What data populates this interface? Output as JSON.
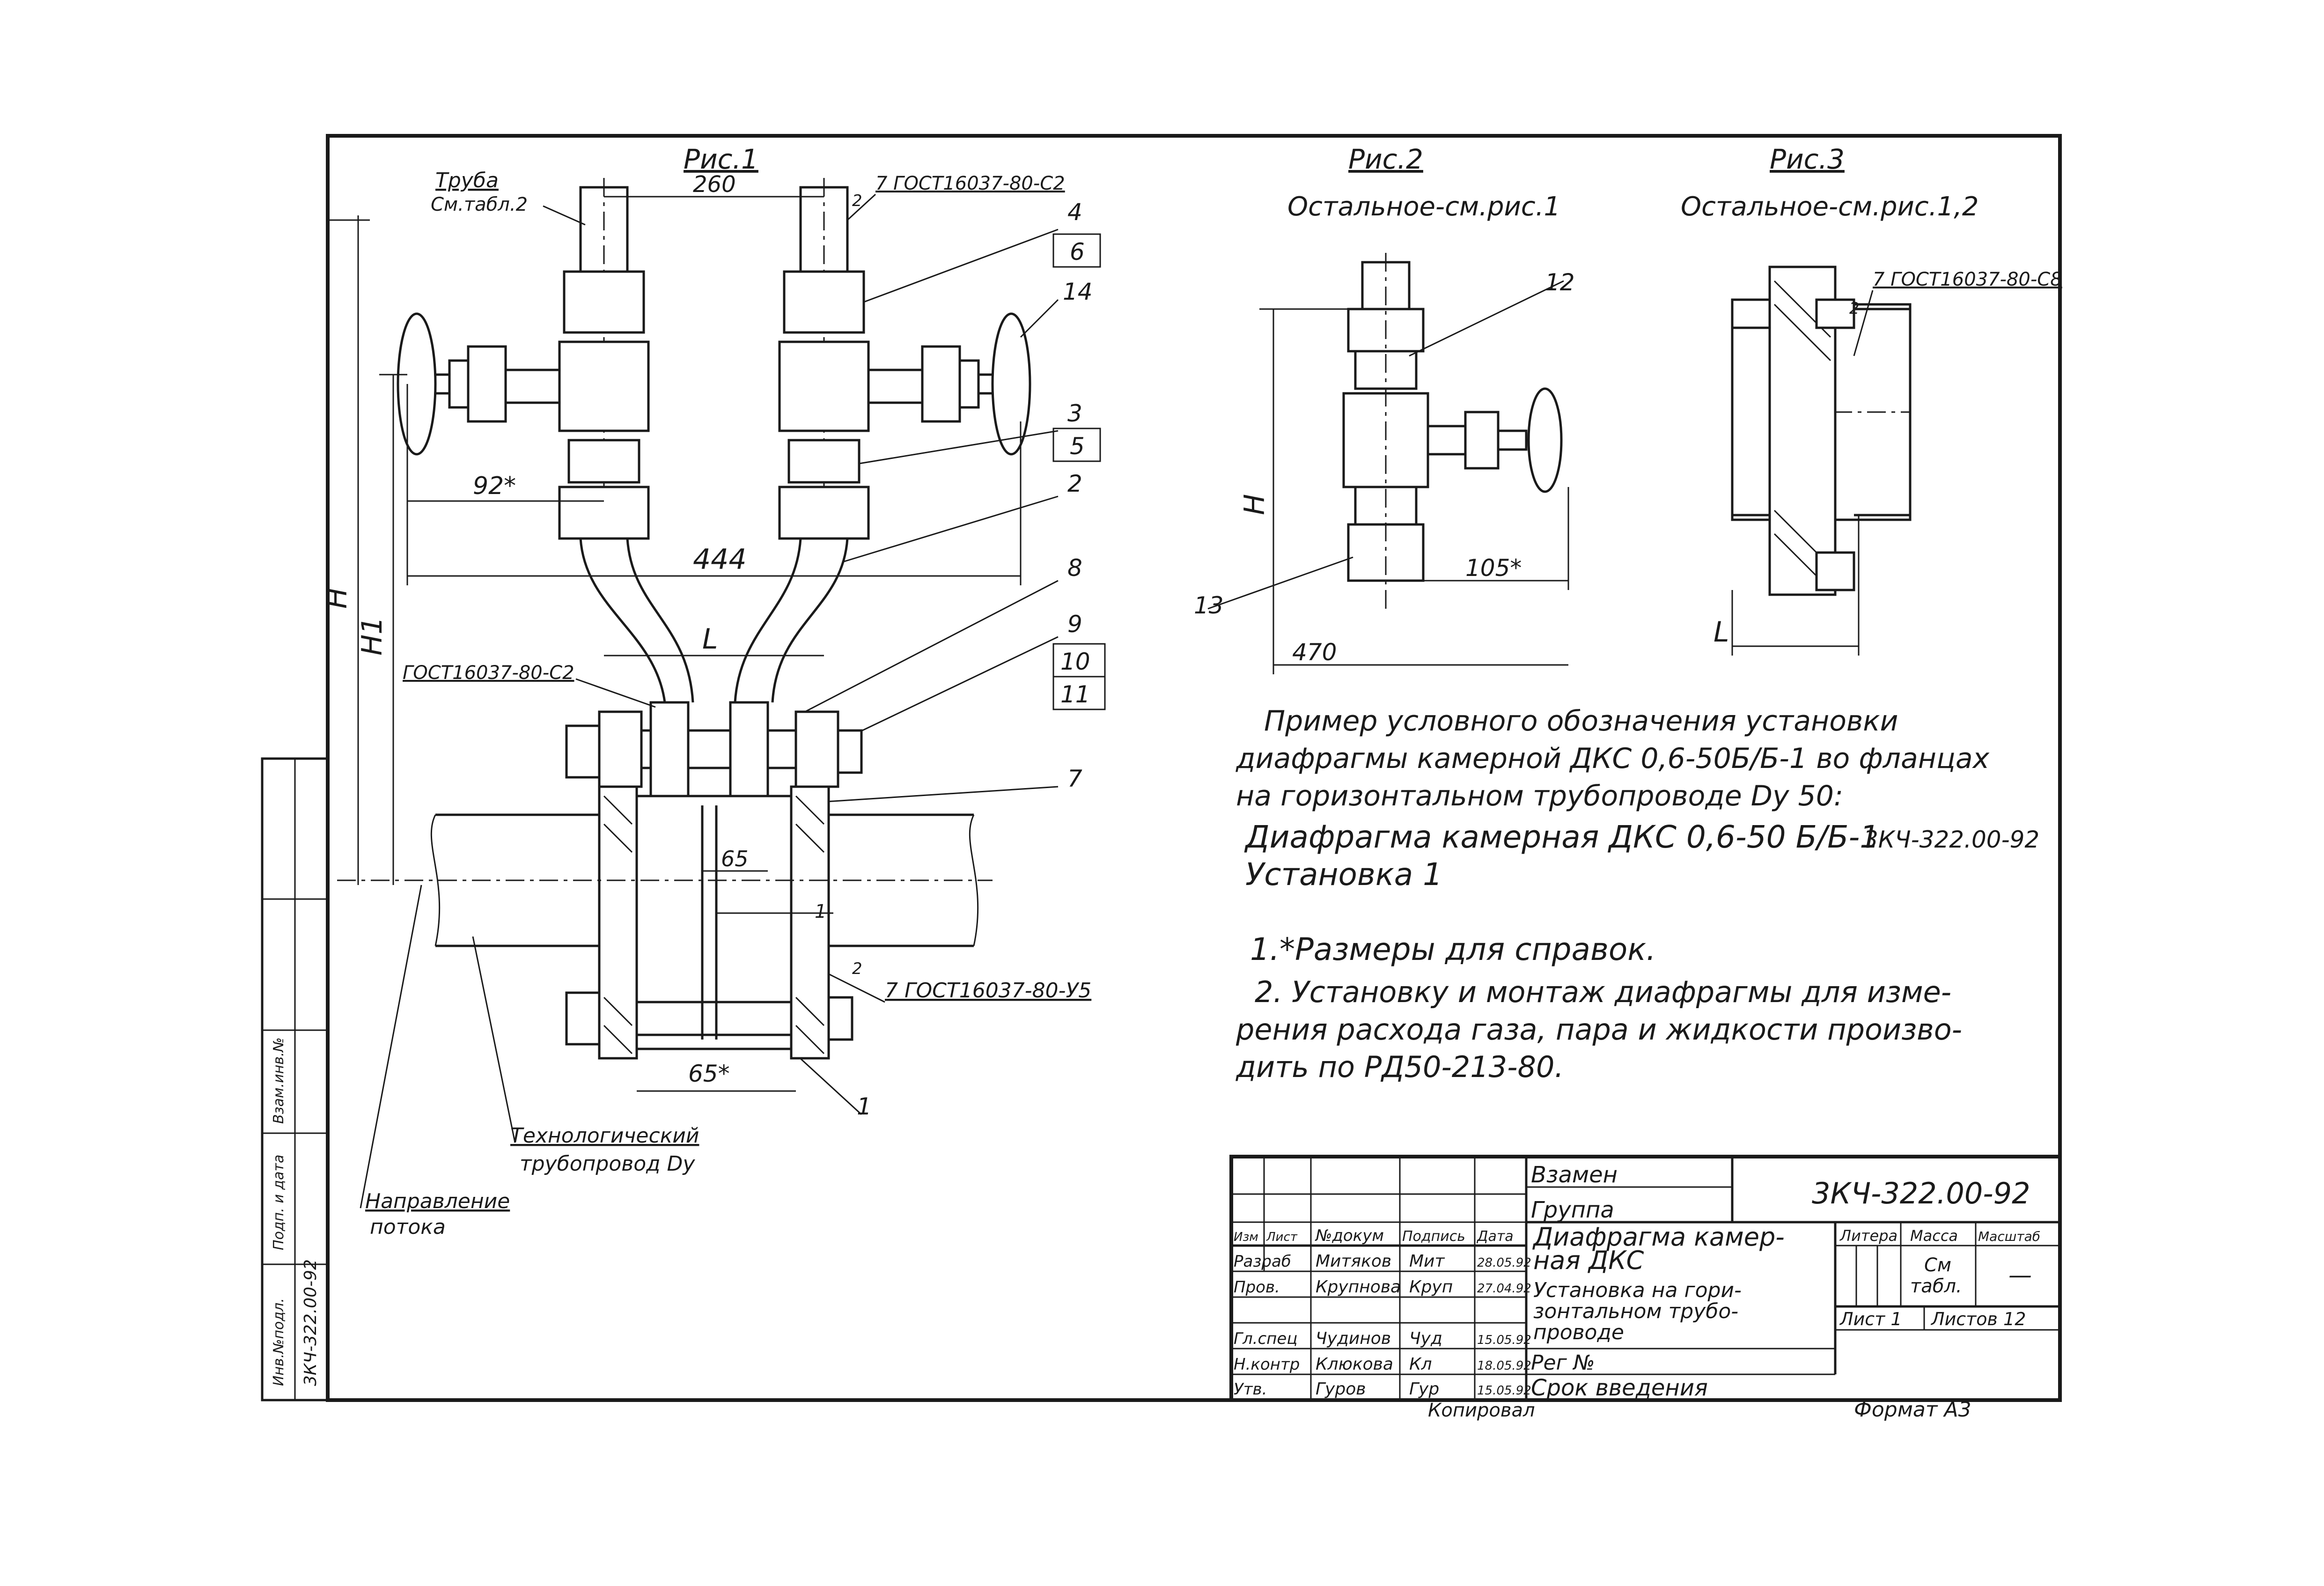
{
  "figures": {
    "fig1": {
      "title": "Рис.1",
      "labels": {
        "pipe": "Труба",
        "pipe_ref": "См.табл.2",
        "dim_260": "260",
        "gost_c2_top": "7 ГОСТ16037-80-С2",
        "gost_c2_left": "ГОСТ16037-80-С2",
        "gost_u5": "7 ГОСТ16037-80-У5",
        "dim_92": "92*",
        "dim_444": "444",
        "dim_L": "L",
        "dim_H": "H",
        "dim_H1": "H1",
        "dim_65_in": "65",
        "dim_65_bottom": "65*",
        "mark_1_small": "1",
        "weld_2": "2",
        "weld_2_top": "2",
        "tech_pipe_1": "Технологический",
        "tech_pipe_2": "трубопровод Dу",
        "flow_1": "Направление",
        "flow_2": "потока"
      },
      "callouts": [
        "4",
        "6",
        "14",
        "3",
        "5",
        "2",
        "8",
        "9",
        "10",
        "11",
        "7",
        "1"
      ]
    },
    "fig2": {
      "title": "Рис.2",
      "subtitle": "Остальное-см.рис.1",
      "callouts": [
        "12",
        "13"
      ],
      "dim_H": "H",
      "dim_105": "105*",
      "dim_470": "470"
    },
    "fig3": {
      "title": "Рис.3",
      "subtitle": "Остальное-см.рис.1,2",
      "gost_c8": "7 ГОСТ16037-80-С8",
      "weld_2": "2",
      "dim_L": "L"
    }
  },
  "notes": {
    "example_lines": [
      "Пример условного обозначения установки",
      "диафрагмы камерной ДКС 0,6-50Б/Б-1 во фланцах",
      "на горизонтальном трубопроводе Dу 50:"
    ],
    "designation_line": "Диафрагма камерная ДКС 0,6-50 Б/Б-1",
    "designation_code": "3КЧ-322.00-92",
    "installation": "Установка 1",
    "note1": "1.*Размеры для справок.",
    "note2_lines": [
      "2. Установку и монтаж диафрагмы для изме-",
      "рения расхода газа, пара и жидкости произво-",
      "дить по РД50-213-80."
    ]
  },
  "title_block": {
    "vzamen": "Взамен",
    "gruppa": "Группа",
    "doc_code": "3КЧ-322.00-92",
    "title_lines": [
      "Диафрагма камер-",
      "ная ДКС"
    ],
    "subtitle_lines": [
      "Установка на гори-",
      "зонтальном трубо-",
      "проводе"
    ],
    "col_headers": [
      "Изм",
      "Лист",
      "№докум",
      "Подпись",
      "Дата"
    ],
    "rows": [
      {
        "role": "Разраб",
        "name": "Митяков",
        "sign": "Мит",
        "date": "28.05.92"
      },
      {
        "role": "Пров.",
        "name": "Крупнова",
        "sign": "Круп",
        "date": "27.04.92"
      },
      {
        "role": "Гл.спец",
        "name": "Чудинов",
        "sign": "Чуд",
        "date": "15.05.92"
      },
      {
        "role": "Н.контр",
        "name": "Клюкова",
        "sign": "Кл",
        "date": "18.05.92"
      },
      {
        "role": "Утв.",
        "name": "Гуров",
        "sign": "Гур",
        "date": "15.05.92"
      }
    ],
    "litera_label": "Литера",
    "massa_label": "Масса",
    "masshtab_label": "Масштаб",
    "massa_value_1": "См",
    "massa_value_2": "табл.",
    "masshtab_value": "—",
    "list_label": "Лист 1",
    "listov_label": "Листов 12",
    "reg_no": "Рег №",
    "srok": "Срок введения",
    "copied": "Копировал",
    "format": "Формат А3"
  },
  "side_stamp": {
    "cells": [
      "Инв.№подл.",
      "Подп. и дата",
      "Взам.инв.№",
      "3КЧ-322.00-92"
    ]
  }
}
